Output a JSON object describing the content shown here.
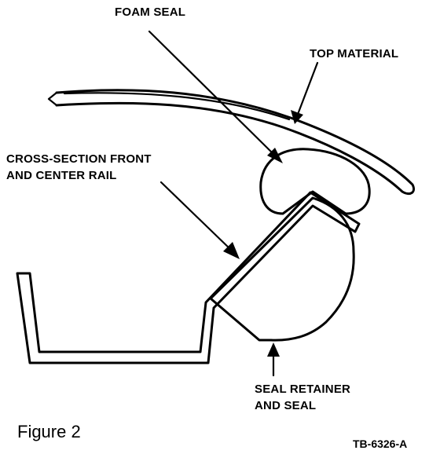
{
  "labels": {
    "foam_seal": "FOAM SEAL",
    "top_material": "TOP MATERIAL",
    "rail_line1": "CROSS-SECTION FRONT",
    "rail_line2": "AND CENTER RAIL",
    "retainer_line1": "SEAL RETAINER",
    "retainer_line2": "AND SEAL"
  },
  "caption": "Figure 2",
  "code": "TB-6326-A"
}
